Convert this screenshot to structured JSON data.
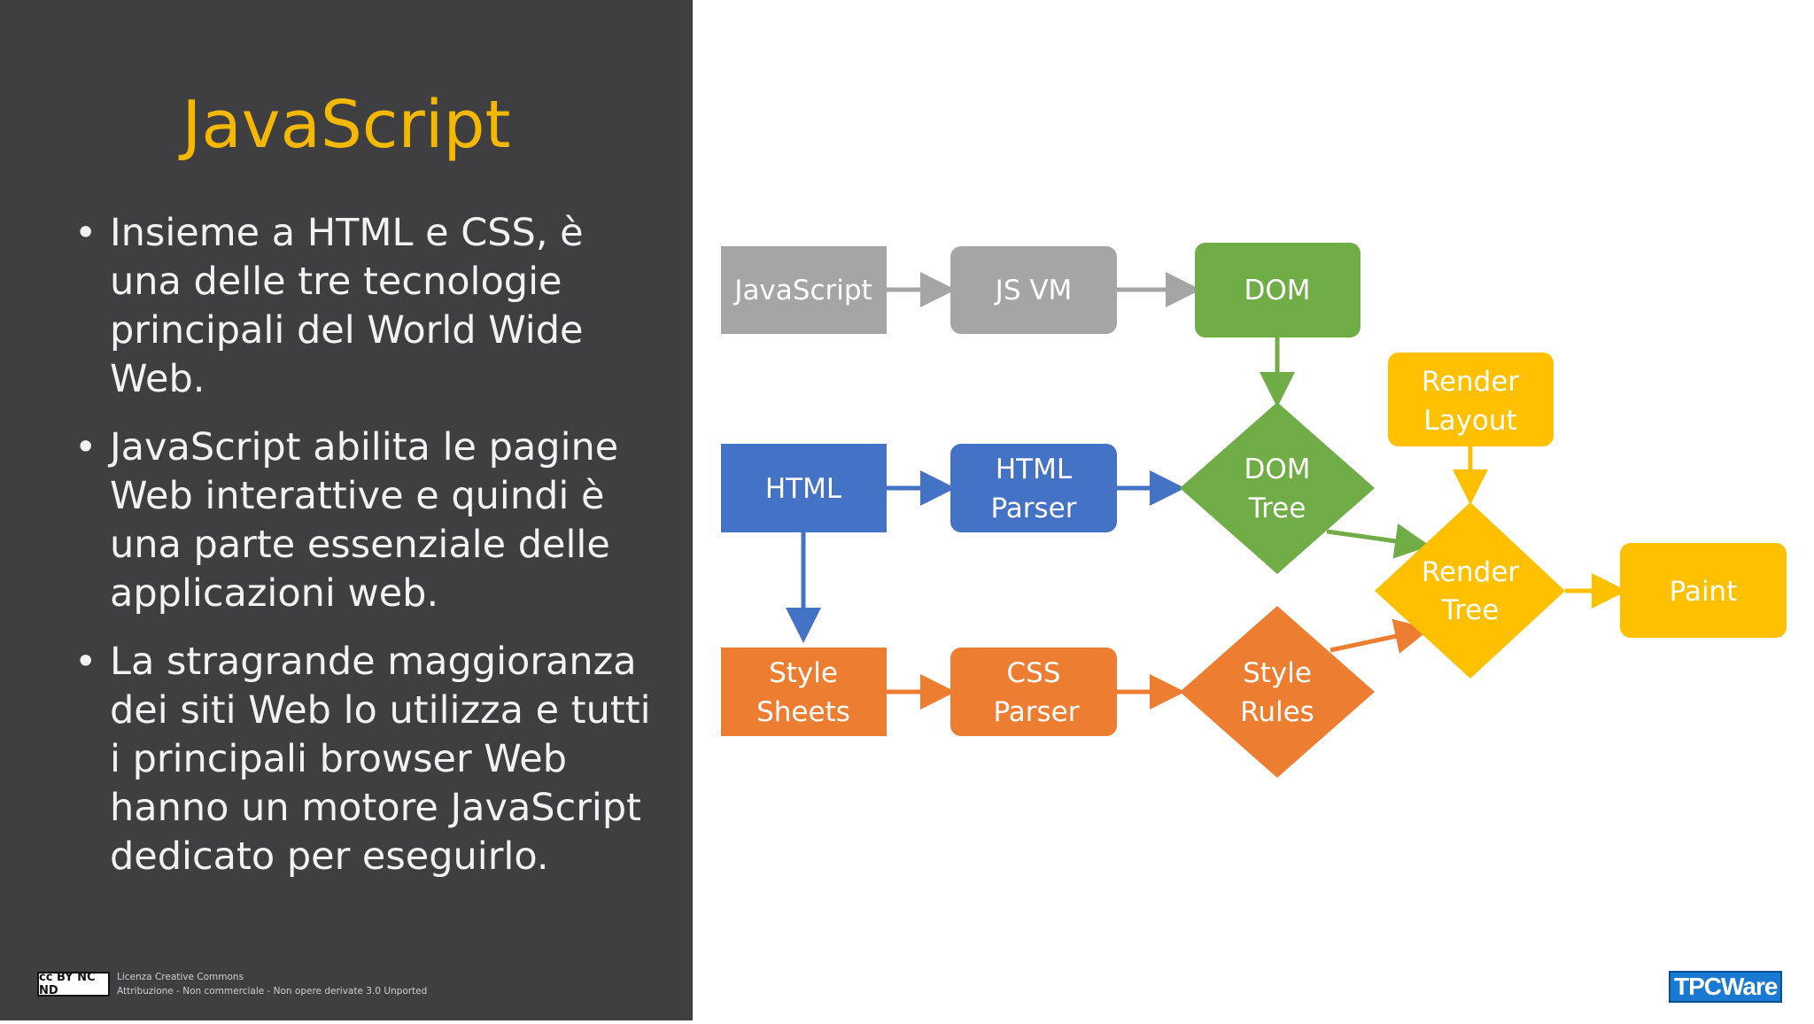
{
  "slide": {
    "title": "JavaScript",
    "bullets": [
      "Insieme a HTML e CSS, è una delle tre tecnologie principali del World Wide Web.",
      "JavaScript abilita le pagine Web interattive e quindi è una parte essenziale delle applicazioni web.",
      "La stragrande maggioranza dei siti Web lo utilizza e tutti i principali browser Web hanno un motore JavaScript dedicato per eseguirlo."
    ],
    "bullet_symbol": "•",
    "license": {
      "badge_icon": "creative-commons-by-nc-nd-icon",
      "badge_text": "cc BY NC ND",
      "line1": "Licenza Creative Commons",
      "line2": "Attribuzione - Non commerciale - Non opere derivate 3.0 Unported"
    },
    "logo": "TPCWare"
  },
  "diagram": {
    "colors": {
      "gray": "#a5a5a5",
      "green": "#70ad47",
      "blue": "#4472c4",
      "orange": "#ed7d31",
      "yellow": "#ffc000",
      "text": "#ffffff"
    },
    "nodes": {
      "javascript": {
        "lines": [
          "JavaScript"
        ]
      },
      "jsvm": {
        "lines": [
          "JS VM"
        ]
      },
      "dom": {
        "lines": [
          "DOM"
        ]
      },
      "html": {
        "lines": [
          "HTML"
        ]
      },
      "html_parser": {
        "lines": [
          "HTML",
          "Parser"
        ]
      },
      "dom_tree": {
        "lines": [
          "DOM",
          "Tree"
        ]
      },
      "render_layout": {
        "lines": [
          "Render",
          "Layout"
        ]
      },
      "render_tree": {
        "lines": [
          "Render",
          "Tree"
        ]
      },
      "paint": {
        "lines": [
          "Paint"
        ]
      },
      "style_sheets": {
        "lines": [
          "Style",
          "Sheets"
        ]
      },
      "css_parser": {
        "lines": [
          "CSS",
          "Parser"
        ]
      },
      "style_rules": {
        "lines": [
          "Style",
          "Rules"
        ]
      }
    }
  }
}
